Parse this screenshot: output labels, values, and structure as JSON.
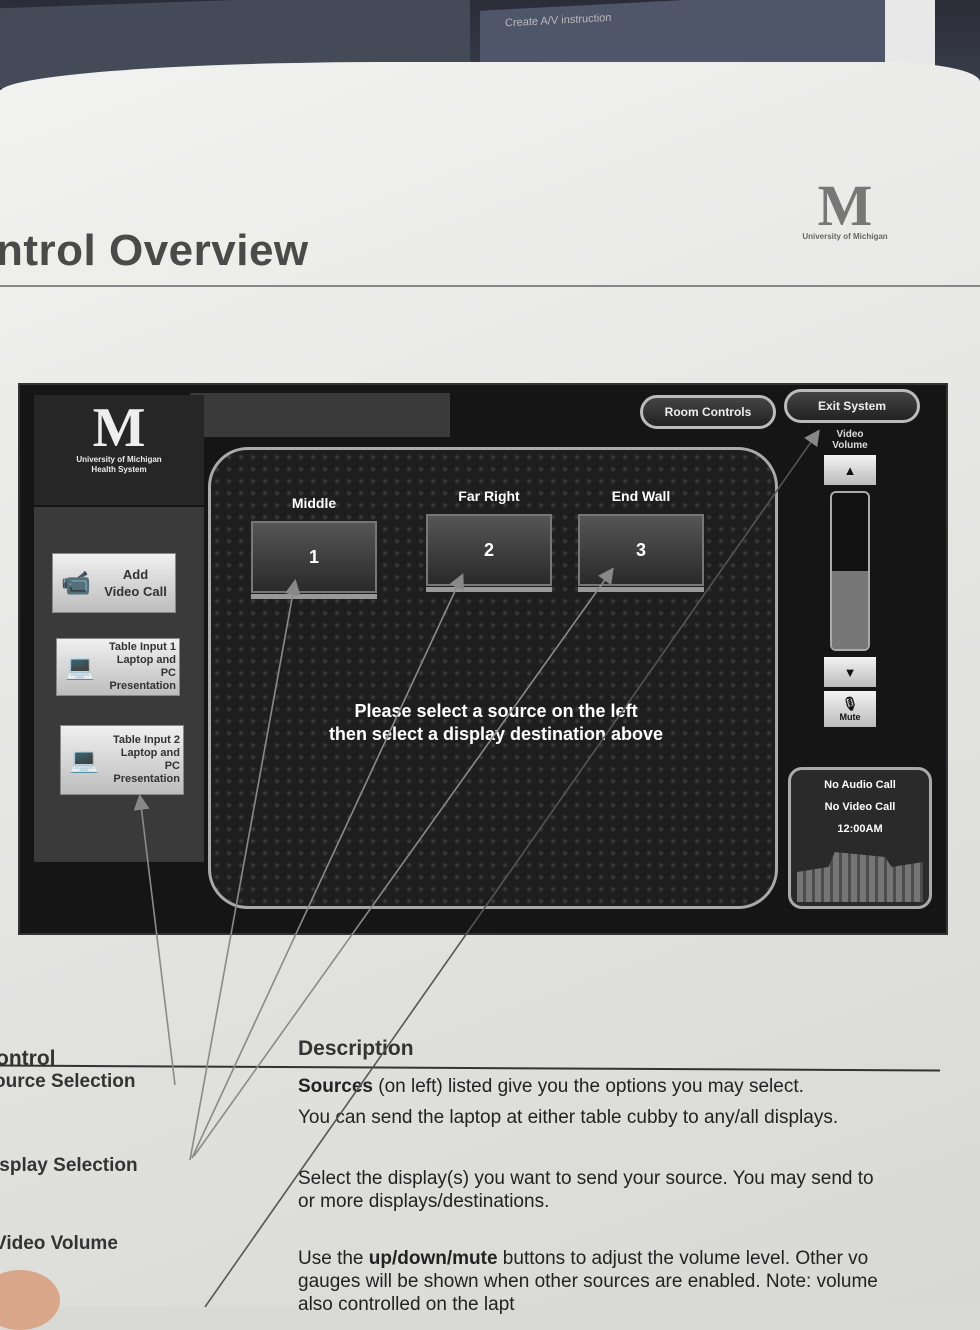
{
  "background_monitor": {
    "text": "Create A/V instruction"
  },
  "document": {
    "title": "ntrol Overview",
    "logo": {
      "letter": "M",
      "caption": "University of Michigan"
    }
  },
  "panel": {
    "logo": {
      "letter": "M",
      "line1": "University of Michigan",
      "line2": "Health System"
    },
    "sources": [
      {
        "label": "Add\nVideo Call",
        "icon": "video-camera-icon"
      },
      {
        "label": "Table Input 1\nLaptop and PC\nPresentation",
        "icon": "laptop-icon"
      },
      {
        "label": "Table Input 2\nLaptop and PC\nPresentation",
        "icon": "laptop-icon"
      }
    ],
    "displays": [
      {
        "name": "Middle",
        "number": "1"
      },
      {
        "name": "Far Right",
        "number": "2"
      },
      {
        "name": "End Wall",
        "number": "3"
      }
    ],
    "prompt_line1": "Please select a source on the left",
    "prompt_line2": "then select a display destination above",
    "room_controls": "Room Controls",
    "exit_system": "Exit System",
    "volume": {
      "label_line1": "Video",
      "label_line2": "Volume",
      "level_percent": 50,
      "up": "▲",
      "down": "▼",
      "mute": "Mute"
    },
    "status": {
      "audio": "No Audio Call",
      "video": "No Video Call",
      "time": "12:00AM"
    }
  },
  "table": {
    "header_control": "ontrol",
    "header_description": "Description",
    "rows": [
      {
        "control": "ource Selection",
        "desc1_bold": "Sources",
        "desc1": " (on left) listed give you the options you may select.",
        "desc2": "You can send  the laptop at either table cubby to any/all displays."
      },
      {
        "control": "isplay Selection",
        "desc1": "Select the display(s) you want to send your source.  You may send to",
        "desc2": "or more displays/destinations."
      },
      {
        "control": "Video Volume",
        "desc1_pre": "Use the ",
        "desc1_bold": "up/down/mute",
        "desc1": " buttons to adjust the volume level.  Other vo",
        "desc2": "gauges will be shown when other sources are enabled. Note: volume",
        "desc3": "also controlled on the lapt"
      }
    ]
  }
}
